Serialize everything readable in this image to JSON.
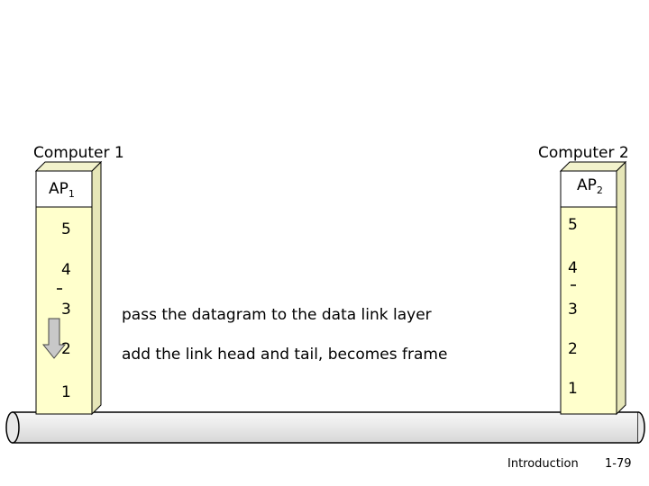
{
  "computers": [
    {
      "name": "Computer 1",
      "ap_label": "AP",
      "ap_sub": "1",
      "layers": [
        "5",
        "4",
        "3",
        "2",
        "1"
      ]
    },
    {
      "name": "Computer 2",
      "ap_label": "AP",
      "ap_sub": "2",
      "layers": [
        "5",
        "4",
        "3",
        "2",
        "1"
      ]
    }
  ],
  "descriptions": {
    "layer3": "pass the datagram to the data link layer",
    "layer2": "add the link head and tail, becomes frame"
  },
  "footer": {
    "title": "Introduction",
    "page": "1-79"
  },
  "colors": {
    "box_fill": "#ffffcc",
    "box_side": "#e6e6b8",
    "pipe_fill": "#f2f2f2"
  }
}
